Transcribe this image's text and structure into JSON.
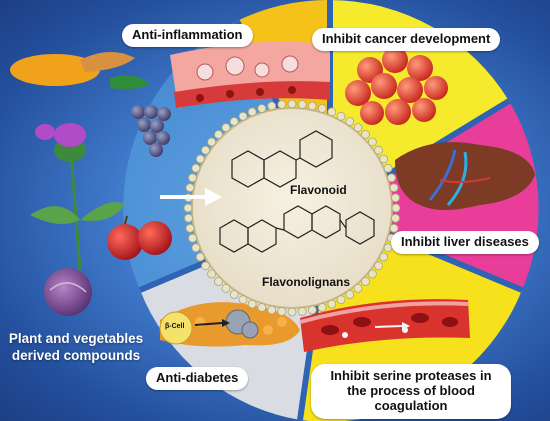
{
  "effects": {
    "anti_inflammation": "Anti-inflammation",
    "inhibit_cancer": "Inhibit cancer development",
    "inhibit_liver": "Inhibit liver diseases",
    "inhibit_serine": "Inhibit serine proteases in the process of blood coagulation",
    "anti_diabetes": "Anti-diabetes"
  },
  "source": {
    "plants_label": "Plant and vegetables derived compounds"
  },
  "center": {
    "flavonoid": "Flavonoid",
    "flavonolignans": "Flavonolignans",
    "beta_cell": "β-Cell"
  },
  "colors": {
    "background": "#2f64b5",
    "wedge_inflammation": "#f5c21a",
    "wedge_cancer": "#f6ea2c",
    "wedge_liver": "#e83e9a",
    "wedge_serine": "#f7e01c",
    "wedge_diabetes": "#d9dde3",
    "wedge_ring_bottom_left": "#5aa6e0"
  }
}
